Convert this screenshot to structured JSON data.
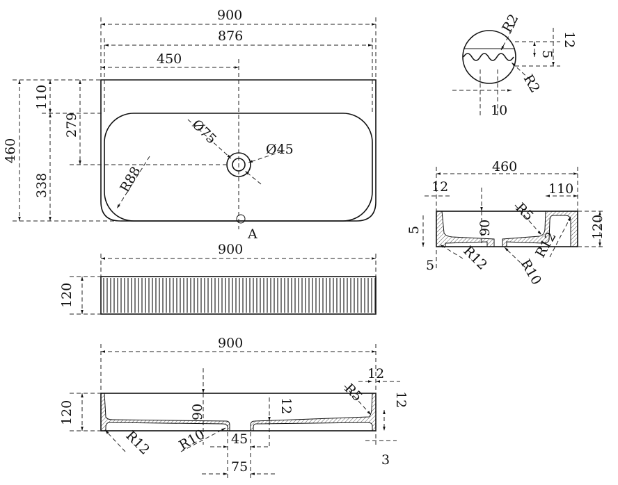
{
  "top_view": {
    "overall_width": "900",
    "inner_width": "876",
    "drain_offset": "450",
    "overall_depth": "460",
    "back_ledge": "110",
    "drain_from_back": "279",
    "bowl_depth": "338",
    "drain_outer_diameter": "Ø75",
    "drain_inner_diameter": "Ø45",
    "corner_radius": "R88",
    "section_marker": "A"
  },
  "detail_view": {
    "radius_top": "R2",
    "flute_depth": "5",
    "detail_height": "12",
    "radius_bottom": "R2",
    "flute_pitch": "10"
  },
  "side_section": {
    "depth": "460",
    "wall": "12",
    "ledge": "110",
    "bowl_depth": "90",
    "radius_inner": "R5",
    "height": "120",
    "floor_thickness": "5",
    "edge_offset": "5",
    "radius_left": "R12",
    "radius_drain": "R10",
    "radius_ledge": "R12"
  },
  "front_view": {
    "width": "900",
    "height": "120"
  },
  "bottom_section": {
    "width": "900",
    "wall": "12",
    "radius_top": "R5",
    "height": "120",
    "bowl_depth": "90",
    "floor_thickness": "12",
    "rim_height": "12",
    "radius_left": "R12",
    "radius_drain": "R10",
    "drain_inner": "45",
    "drain_outer": "75",
    "edge_offset": "3"
  },
  "colors": {
    "line": "#111111",
    "background": "#ffffff"
  }
}
